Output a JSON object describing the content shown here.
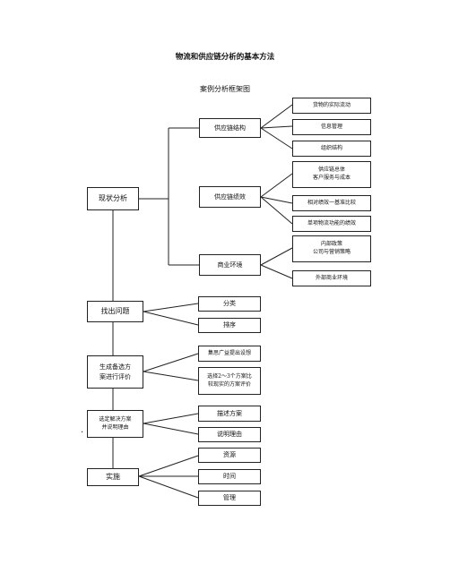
{
  "title": "物流和供应链分析的基本方法",
  "subtitle": "案例分析框架图",
  "stages": [
    {
      "label": "现状分析",
      "branches": [
        {
          "label": "供应链结构",
          "items": [
            "货物的实际流动",
            "信息管理",
            "组织结构"
          ]
        },
        {
          "label": "供应链绩效",
          "items": [
            "供应链总体\n客户服务与成本",
            "相对绩效一基准比较",
            "单项物流功能的绩效"
          ]
        },
        {
          "label": "商业环境",
          "items": [
            "内部政策\n公司与营销策略",
            "外部商业环境"
          ]
        }
      ]
    },
    {
      "label": "找出问题",
      "items": [
        "分类",
        "排序"
      ]
    },
    {
      "label": "生成备选方\n案进行评价",
      "items": [
        "集思广益提出设想",
        "选择2～3个方案比\n较现实的方案评价"
      ]
    },
    {
      "label": "选定解决方案\n并说明理由",
      "items": [
        "描述方案",
        "说明理由"
      ]
    },
    {
      "label": "实施",
      "items": [
        "资源",
        "时间",
        "管理"
      ]
    }
  ],
  "marker": "."
}
